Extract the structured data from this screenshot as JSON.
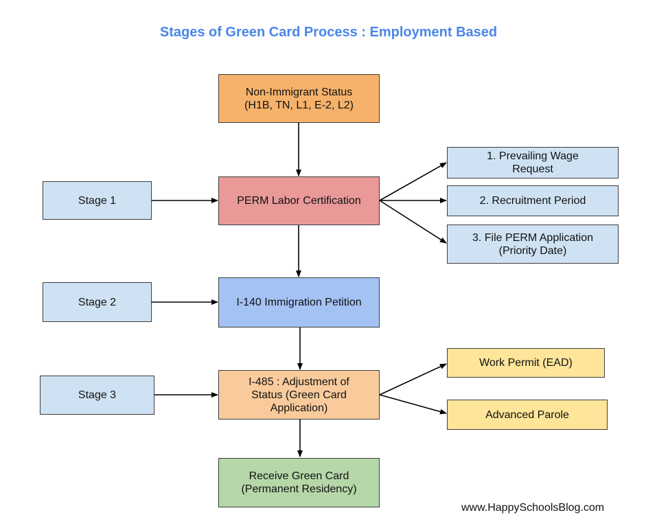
{
  "title": "Stages of Green Card Process : Employment Based",
  "colors": {
    "title": "#4a86e8",
    "orange": "#f6b26b",
    "red": "#ea9999",
    "blue": "#a4c2f4",
    "light_orange": "#f9cb9c",
    "green": "#b6d7a8",
    "light_blue": "#cfe2f3",
    "yellow": "#ffe599"
  },
  "nodes": {
    "non_immigrant": "Non-Immigrant Status\n(H1B, TN, L1, E-2, L2)",
    "perm": "PERM Labor Certification",
    "i140": "I-140 Immigration Petition",
    "i485": "I-485 : Adjustment of\nStatus (Green Card\nApplication)",
    "green_card": "Receive Green Card\n(Permanent Residency)",
    "stage1": "Stage 1",
    "stage2": "Stage 2",
    "stage3": "Stage 3",
    "prevailing_wage": "1. Prevailing Wage\nRequest",
    "recruitment": "2. Recruitment  Period",
    "file_perm": "3. File PERM Application\n(Priority Date)",
    "work_permit": "Work Permit (EAD)",
    "advanced_parole": "Advanced Parole"
  },
  "footer": "www.HappySchoolsBlog.com"
}
